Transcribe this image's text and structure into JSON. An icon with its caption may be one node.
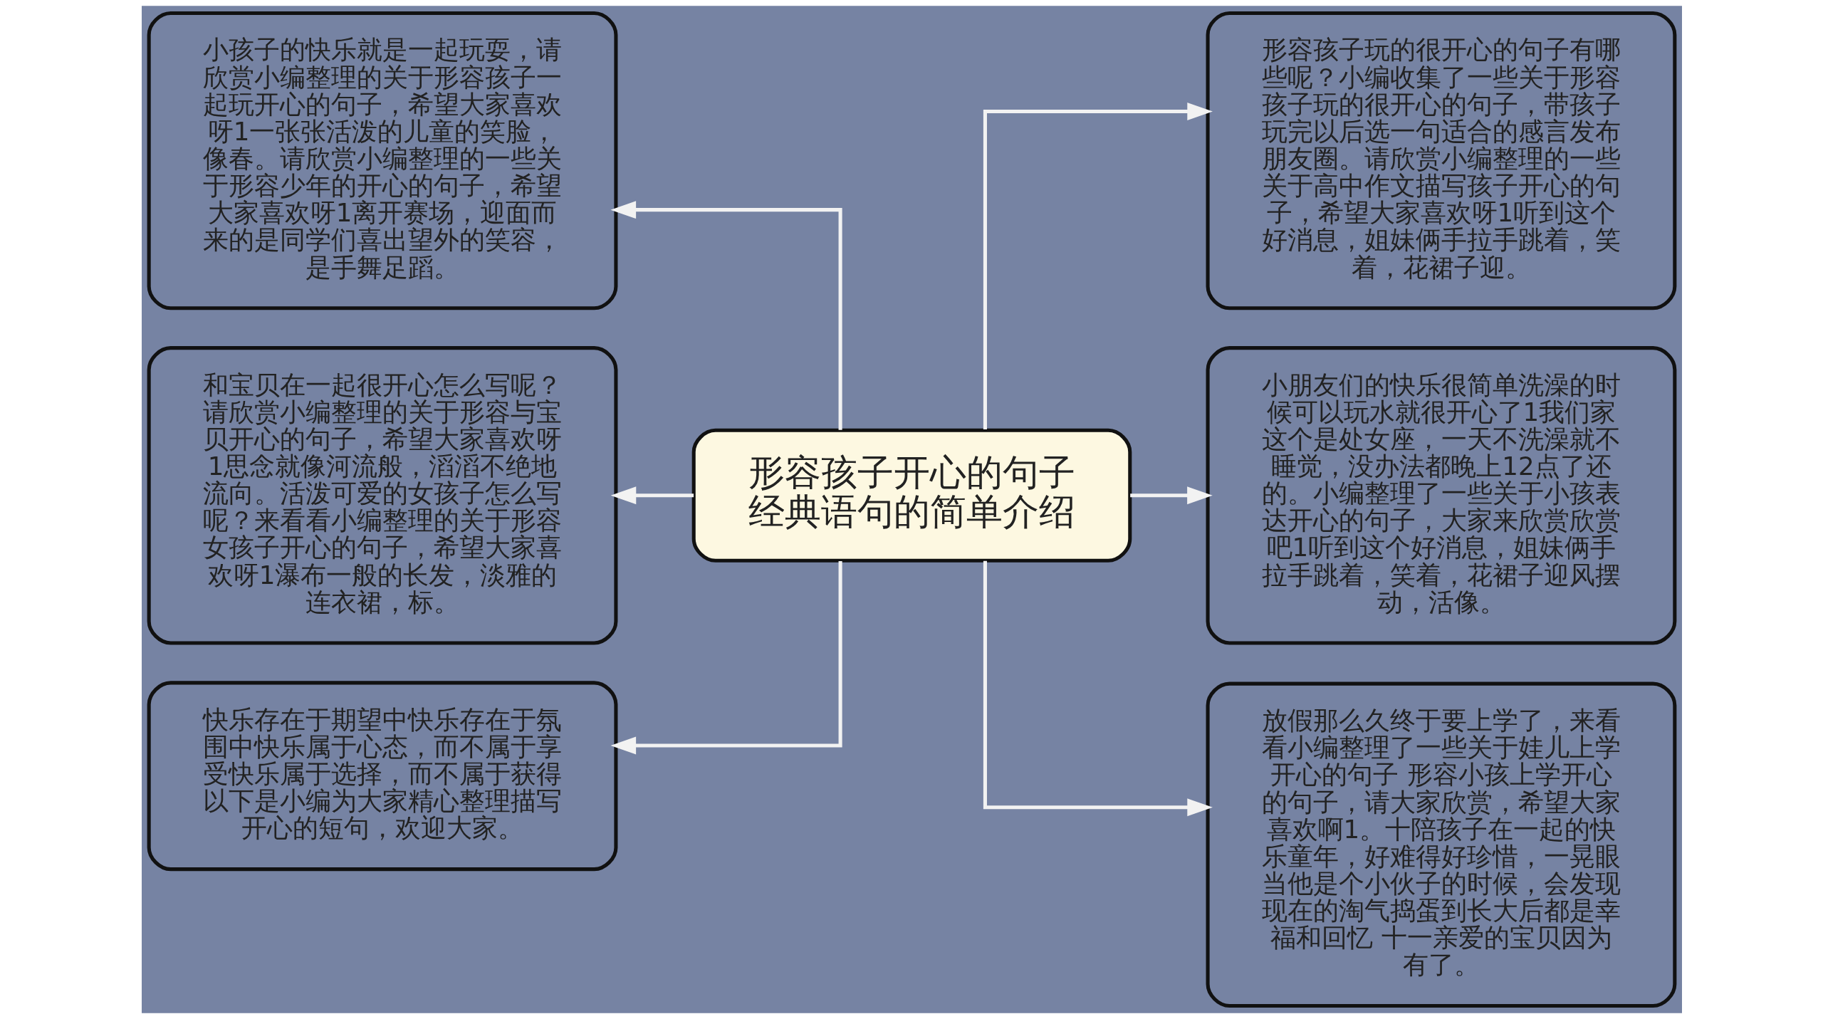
{
  "diagram": {
    "nodes": [
      {
        "text": [
          "形容孩子开心的句子经典语句的简单介绍"
        ]
      },
      {
        "text": [
          "小孩子的快乐就是一起玩耍，请欣赏小编整理的关于形容孩子一起玩开心的句子，希望大家喜欢呀1一张张活泼的儿童的笑脸，像春。请欣赏小编整理的一些关于形容少年的开心的句子，希望大家喜欢呀1离开赛场，迎面而来的是同学们喜出望外的笑容，是手舞足蹈。"
        ]
      },
      {
        "text": [
          "和宝贝在一起很开心怎么写呢？请欣赏小编整理的关于形容与宝贝开心的句子，希望大家喜欢呀1思念就像河流般，滔滔不绝地流向。活泼可爱的女孩子怎么写呢？来看看小编整理的关于形容女孩子开心的句子，希望大家喜欢呀1瀑布一般的长发，淡雅的连衣裙，标。"
        ]
      },
      {
        "text": [
          "快乐存在于期望中快乐存在于氛围中快乐属于心态，而不属于享受快乐属于选择，而不属于获得以下是小编为大家精心整理描写开心的短句，欢迎大家。"
        ]
      },
      {
        "text": [
          "形容孩子玩的很开心的句子有哪些呢？小编收集了一些关于形容孩子玩的很开心的句子，带孩子玩完以后选一句适合的感言发布朋友圈。请欣赏小编整理的一些关于高中作文描写孩子开心的句子，希望大家喜欢呀1听到这个好消息，姐妹俩手拉手跳着，笑着，花裙子迎。"
        ]
      },
      {
        "text": [
          "小朋友们的快乐很简单洗澡的时候可以玩水就很开心了1我们家这个是处女座，一天不洗澡就不睡觉，没办法都晚上12点了还的。小编整理了一些关于小孩表达开心的句子，大家来欣赏欣赏吧1听到这个好消息，姐妹俩手拉手跳着，笑着，花裙子迎风摆动，活像。"
        ]
      },
      {
        "text": [
          "放假那么久终于要上学了，来看看小编整理了一些关于娃儿上学开心的句子 形容小孩上学开心的句子，请大家欣赏，希望大家喜欢啊1。十陪孩子在一起的快乐童年，好难得好珍惜，一晃眼当他是个小伙子的时候，会发现现在的淘气捣蛋到长大后都是幸福和回忆 十一亲爱的宝贝因为有了。"
        ]
      }
    ],
    "edges": [
      {
        "from": 0,
        "to": 1,
        "arrow": "to"
      },
      {
        "from": 0,
        "to": 2,
        "arrow": "to"
      },
      {
        "from": 0,
        "to": 3,
        "arrow": "to"
      },
      {
        "from": 0,
        "to": 4,
        "arrow": "to"
      },
      {
        "from": 0,
        "to": 5,
        "arrow": "to"
      },
      {
        "from": 0,
        "to": 6,
        "arrow": "to"
      }
    ]
  }
}
